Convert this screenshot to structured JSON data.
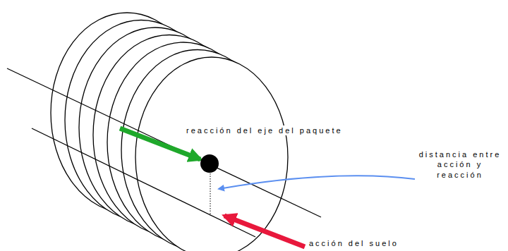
{
  "diagram": {
    "labels": [
      "reacción del eje del paquete",
      "distancia entre acción y reacción",
      "acción del suelo"
    ]
  }
}
